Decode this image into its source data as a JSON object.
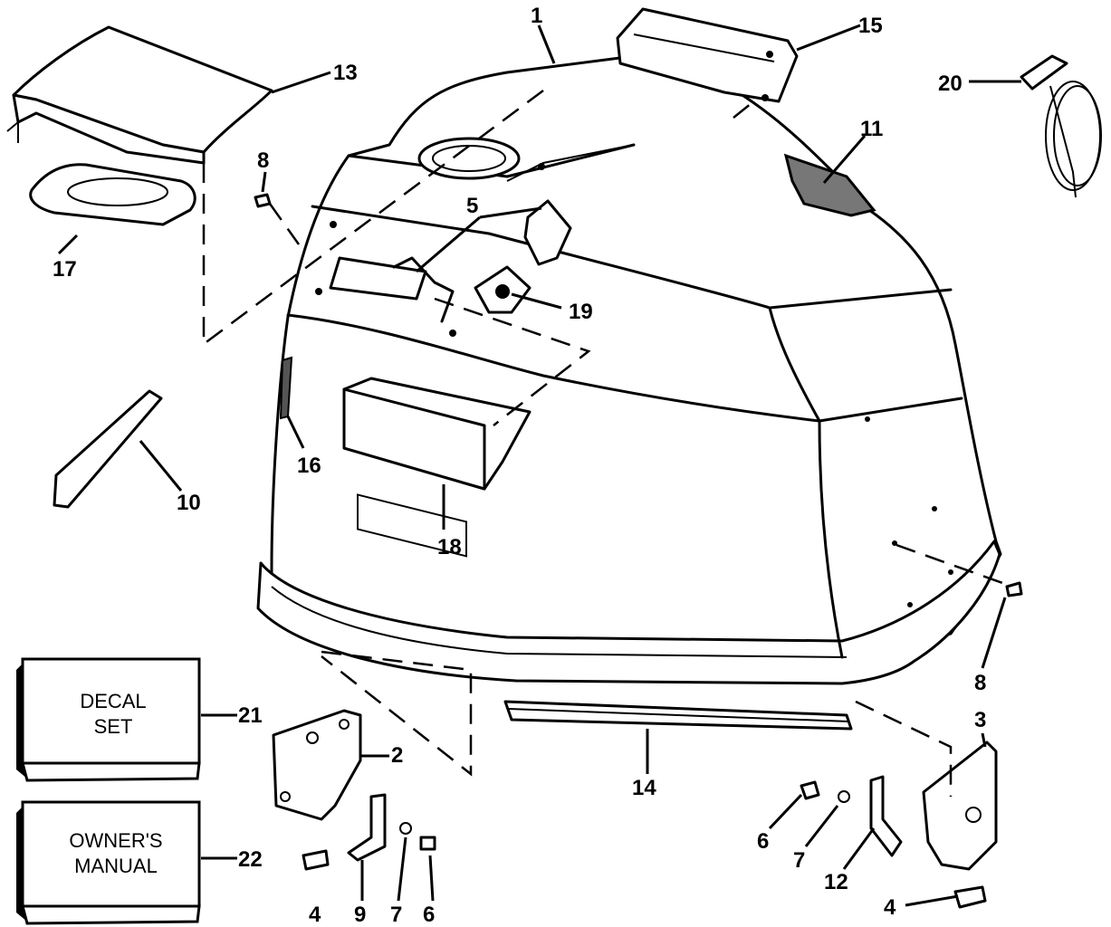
{
  "callouts": {
    "c1": "1",
    "c2": "2",
    "c3": "3",
    "c4a": "4",
    "c4b": "4",
    "c5": "5",
    "c6a": "6",
    "c6b": "6",
    "c7a": "7",
    "c7b": "7",
    "c8a": "8",
    "c8b": "8",
    "c9": "9",
    "c10": "10",
    "c11": "11",
    "c12": "12",
    "c13": "13",
    "c14": "14",
    "c15": "15",
    "c16": "16",
    "c17": "17",
    "c18": "18",
    "c19": "19",
    "c20": "20",
    "c21": "21",
    "c22": "22"
  },
  "boxes": {
    "decal_set": {
      "line1": "DECAL",
      "line2": "SET"
    },
    "owners_manual": {
      "line1": "OWNER'S",
      "line2": "MANUAL"
    }
  }
}
